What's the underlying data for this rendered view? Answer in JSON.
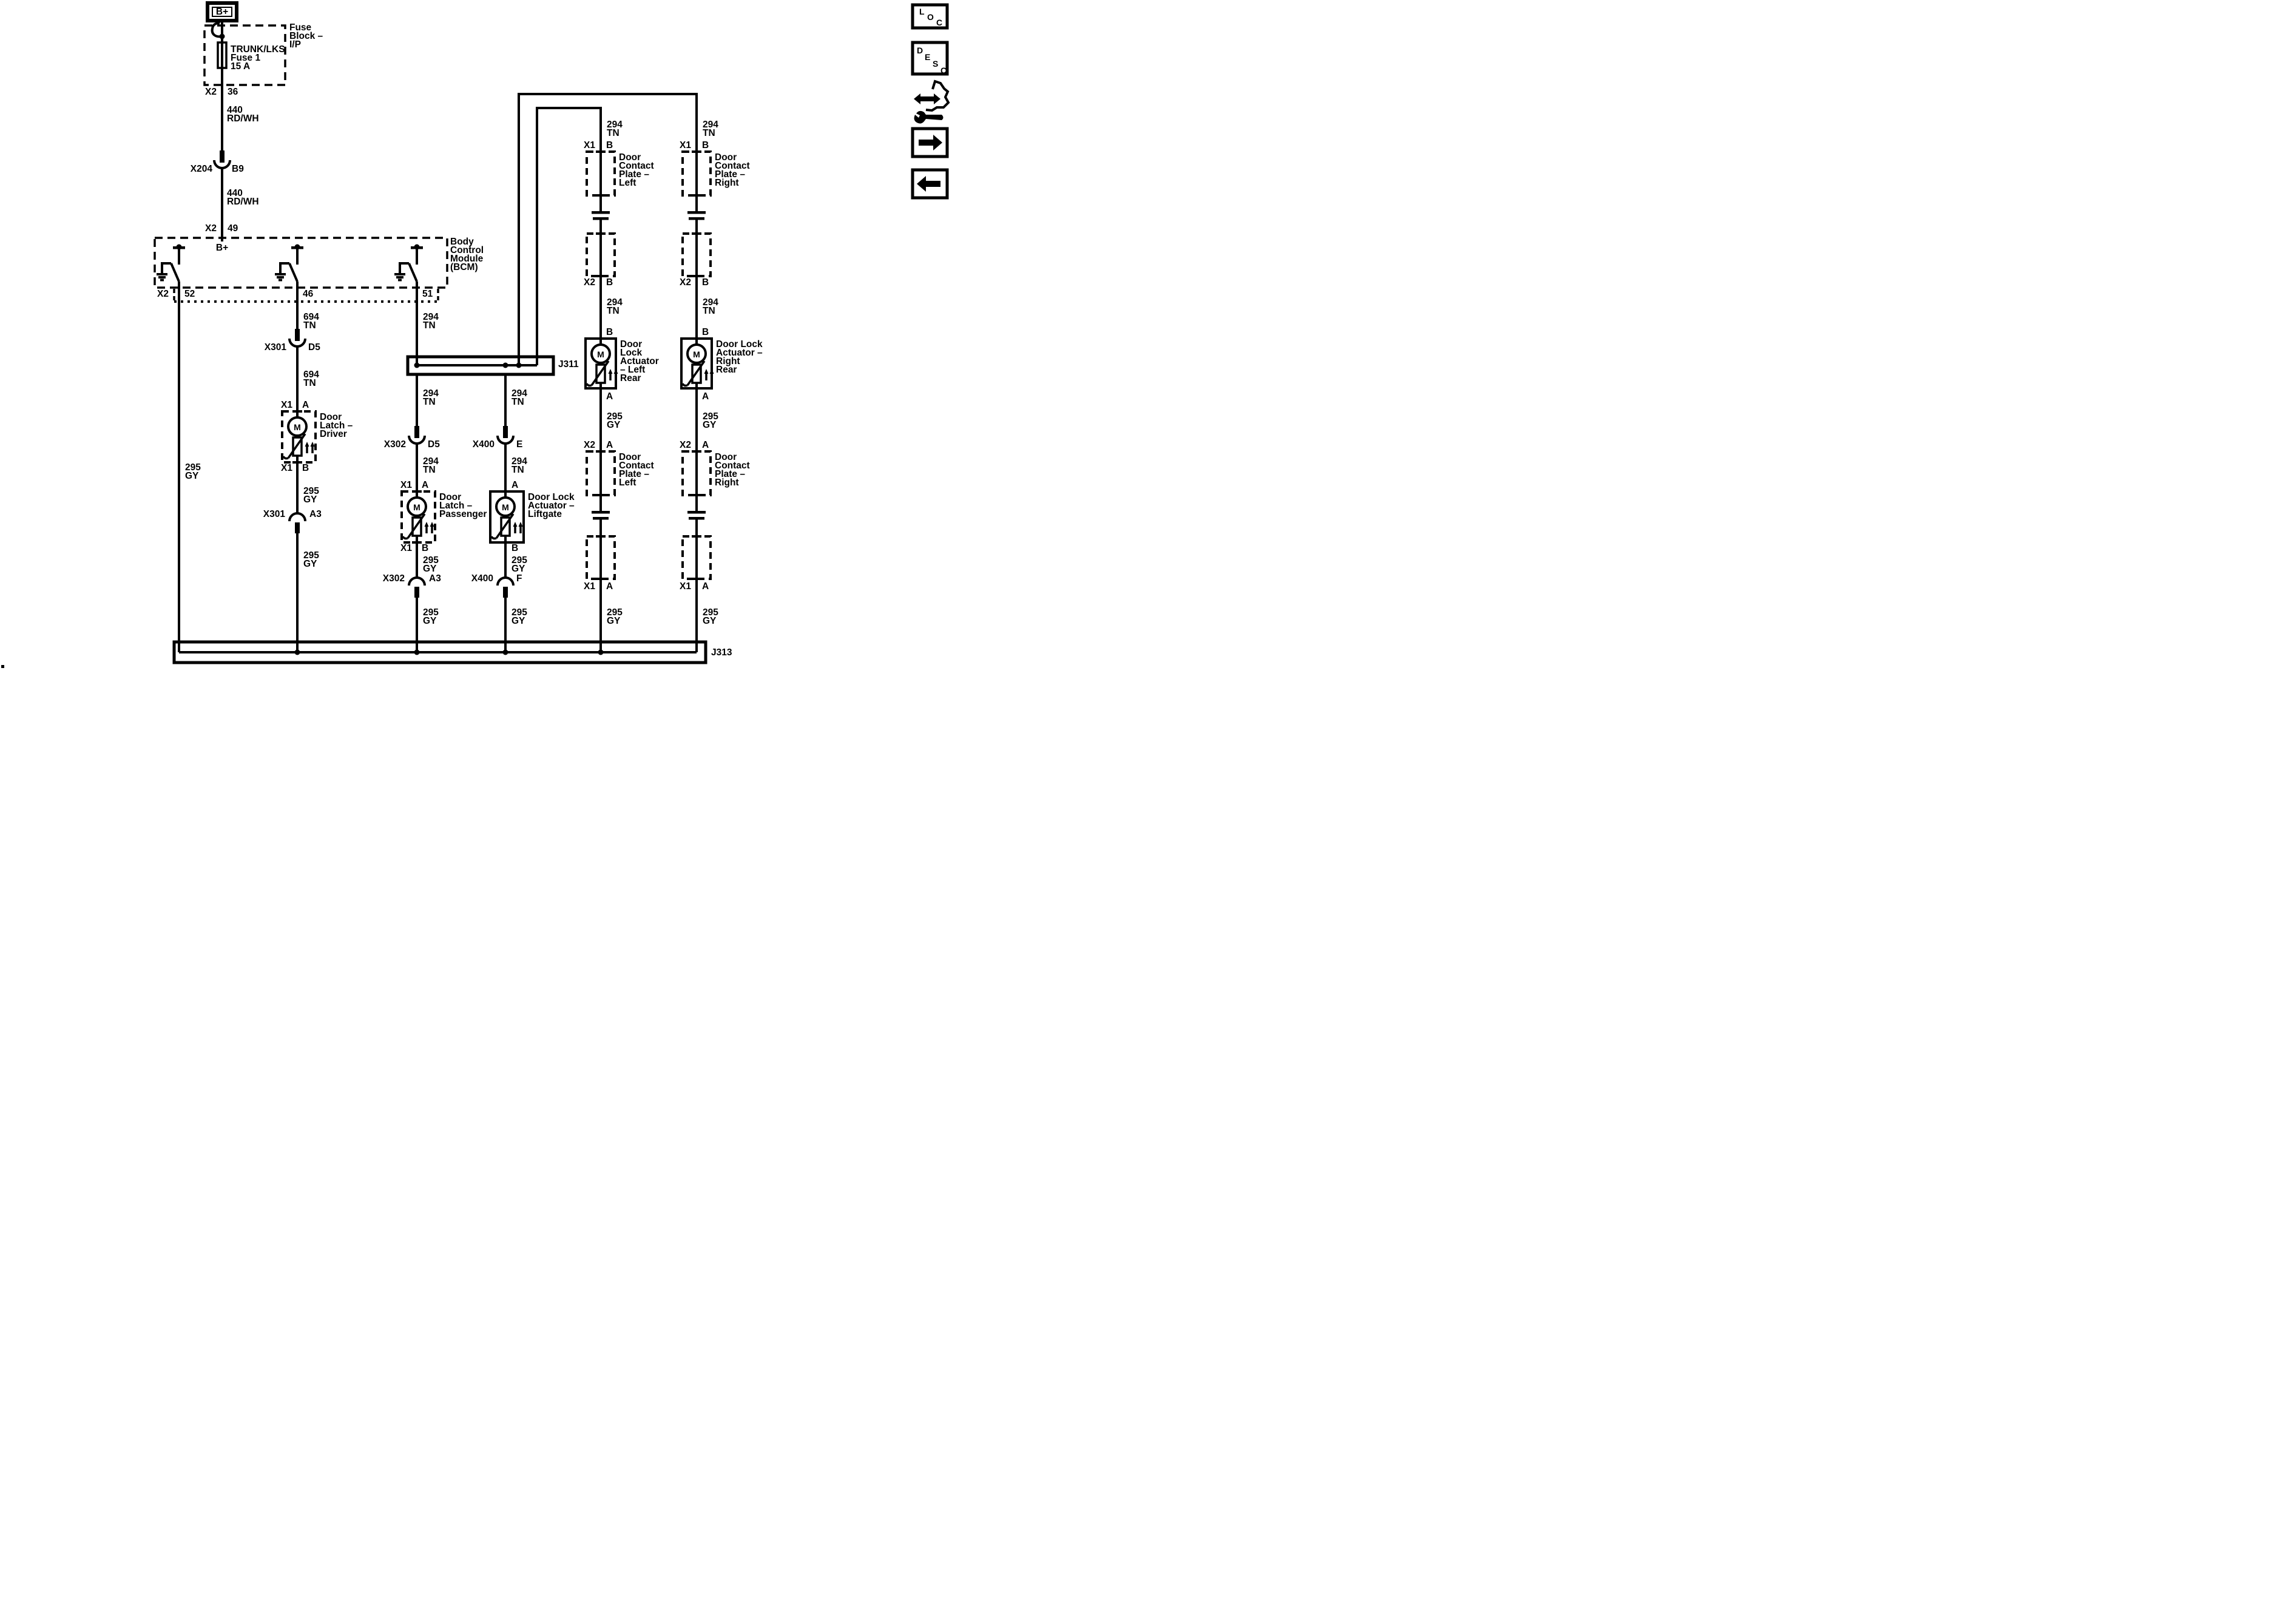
{
  "palette": {
    "ink": "#000000",
    "paper": "#ffffff"
  },
  "sidebar": {
    "loc_letters": [
      "L",
      "O",
      "C"
    ],
    "desc_letters": [
      "D",
      "E",
      "S",
      "C"
    ]
  },
  "power": {
    "battery": "B+",
    "fuse_block_label": [
      "Fuse",
      "Block –",
      "I/P"
    ],
    "fuse_label": [
      "TRUNK/LKS",
      "Fuse 1",
      "15 A"
    ],
    "out_conn": "X2",
    "out_pin": "36",
    "wire_upper": {
      "num": "440",
      "color": "RD/WH"
    },
    "splice_conn": "X204",
    "splice_pin": "B9",
    "wire_lower": {
      "num": "440",
      "color": "RD/WH"
    },
    "bcm_in_conn": "X2",
    "bcm_in_pin": "49"
  },
  "bcm": {
    "bplus": "B+",
    "label": [
      "Body",
      "Control",
      "Module",
      "(BCM)"
    ],
    "conn": "X2",
    "pins": [
      "52",
      "46",
      "51"
    ]
  },
  "ground_branch": {
    "wire": {
      "num": "295",
      "color": "GY"
    }
  },
  "driver": {
    "wire1": {
      "num": "694",
      "color": "TN"
    },
    "conn1": {
      "name": "X301",
      "pin": "D5"
    },
    "wire2": {
      "num": "694",
      "color": "TN"
    },
    "pin_in": {
      "conn": "X1",
      "pin": "A"
    },
    "label": [
      "Door",
      "Latch –",
      "Driver"
    ],
    "motor": "M",
    "pin_out": {
      "conn": "X1",
      "pin": "B"
    },
    "wire3": {
      "num": "295",
      "color": "GY"
    },
    "conn2": {
      "name": "X301",
      "pin": "A3"
    },
    "wire4": {
      "num": "295",
      "color": "GY"
    }
  },
  "passenger": {
    "wire0": {
      "num": "294",
      "color": "TN"
    },
    "wire1": {
      "num": "294",
      "color": "TN"
    },
    "conn1": {
      "name": "X302",
      "pin": "D5"
    },
    "wire2": {
      "num": "294",
      "color": "TN"
    },
    "pin_in": {
      "conn": "X1",
      "pin": "A"
    },
    "label": [
      "Door",
      "Latch –",
      "Passenger"
    ],
    "motor": "M",
    "pin_out": {
      "conn": "X1",
      "pin": "B"
    },
    "wire3": {
      "num": "295",
      "color": "GY"
    },
    "conn2": {
      "name": "X302",
      "pin": "A3"
    },
    "wire4": {
      "num": "295",
      "color": "GY"
    }
  },
  "liftgate": {
    "wire1": {
      "num": "294",
      "color": "TN"
    },
    "conn1": {
      "name": "X400",
      "pin": "E"
    },
    "wire2": {
      "num": "294",
      "color": "TN"
    },
    "pin_in": "A",
    "label": [
      "Door Lock",
      "Actuator –",
      "Liftgate"
    ],
    "motor": "M",
    "pin_out": "B",
    "wire3": {
      "num": "295",
      "color": "GY"
    },
    "conn2": {
      "name": "X400",
      "pin": "F"
    },
    "wire4": {
      "num": "295",
      "color": "GY"
    }
  },
  "left_rear": {
    "wire1": {
      "num": "294",
      "color": "TN"
    },
    "pin1": {
      "conn": "X1",
      "pin": "B"
    },
    "plate_top_label": [
      "Door",
      "Contact",
      "Plate –",
      "Left"
    ],
    "pin2": {
      "conn": "X2",
      "pin": "B"
    },
    "wire2": {
      "num": "294",
      "color": "TN"
    },
    "act_in": "B",
    "act_label": [
      "Door",
      "Lock",
      "Actuator",
      "– Left",
      "Rear"
    ],
    "motor": "M",
    "act_out": "A",
    "wire3": {
      "num": "295",
      "color": "GY"
    },
    "pin3": {
      "conn": "X2",
      "pin": "A"
    },
    "plate_bottom_label": [
      "Door",
      "Contact",
      "Plate –",
      "Left"
    ],
    "pin4": {
      "conn": "X1",
      "pin": "A"
    },
    "wire4": {
      "num": "295",
      "color": "GY"
    }
  },
  "right_rear": {
    "wire1": {
      "num": "294",
      "color": "TN"
    },
    "pin1": {
      "conn": "X1",
      "pin": "B"
    },
    "plate_top_label": [
      "Door",
      "Contact",
      "Plate –",
      "Right"
    ],
    "pin2": {
      "conn": "X2",
      "pin": "B"
    },
    "wire2": {
      "num": "294",
      "color": "TN"
    },
    "act_in": "B",
    "act_label": [
      "Door Lock",
      "Actuator –",
      "Right",
      "Rear"
    ],
    "motor": "M",
    "act_out": "A",
    "wire3": {
      "num": "295",
      "color": "GY"
    },
    "pin3": {
      "conn": "X2",
      "pin": "A"
    },
    "plate_bottom_label": [
      "Door",
      "Contact",
      "Plate –",
      "Right"
    ],
    "pin4": {
      "conn": "X1",
      "pin": "A"
    },
    "wire4": {
      "num": "295",
      "color": "GY"
    }
  },
  "junctions": {
    "j311": "J311",
    "j313": "J313"
  }
}
